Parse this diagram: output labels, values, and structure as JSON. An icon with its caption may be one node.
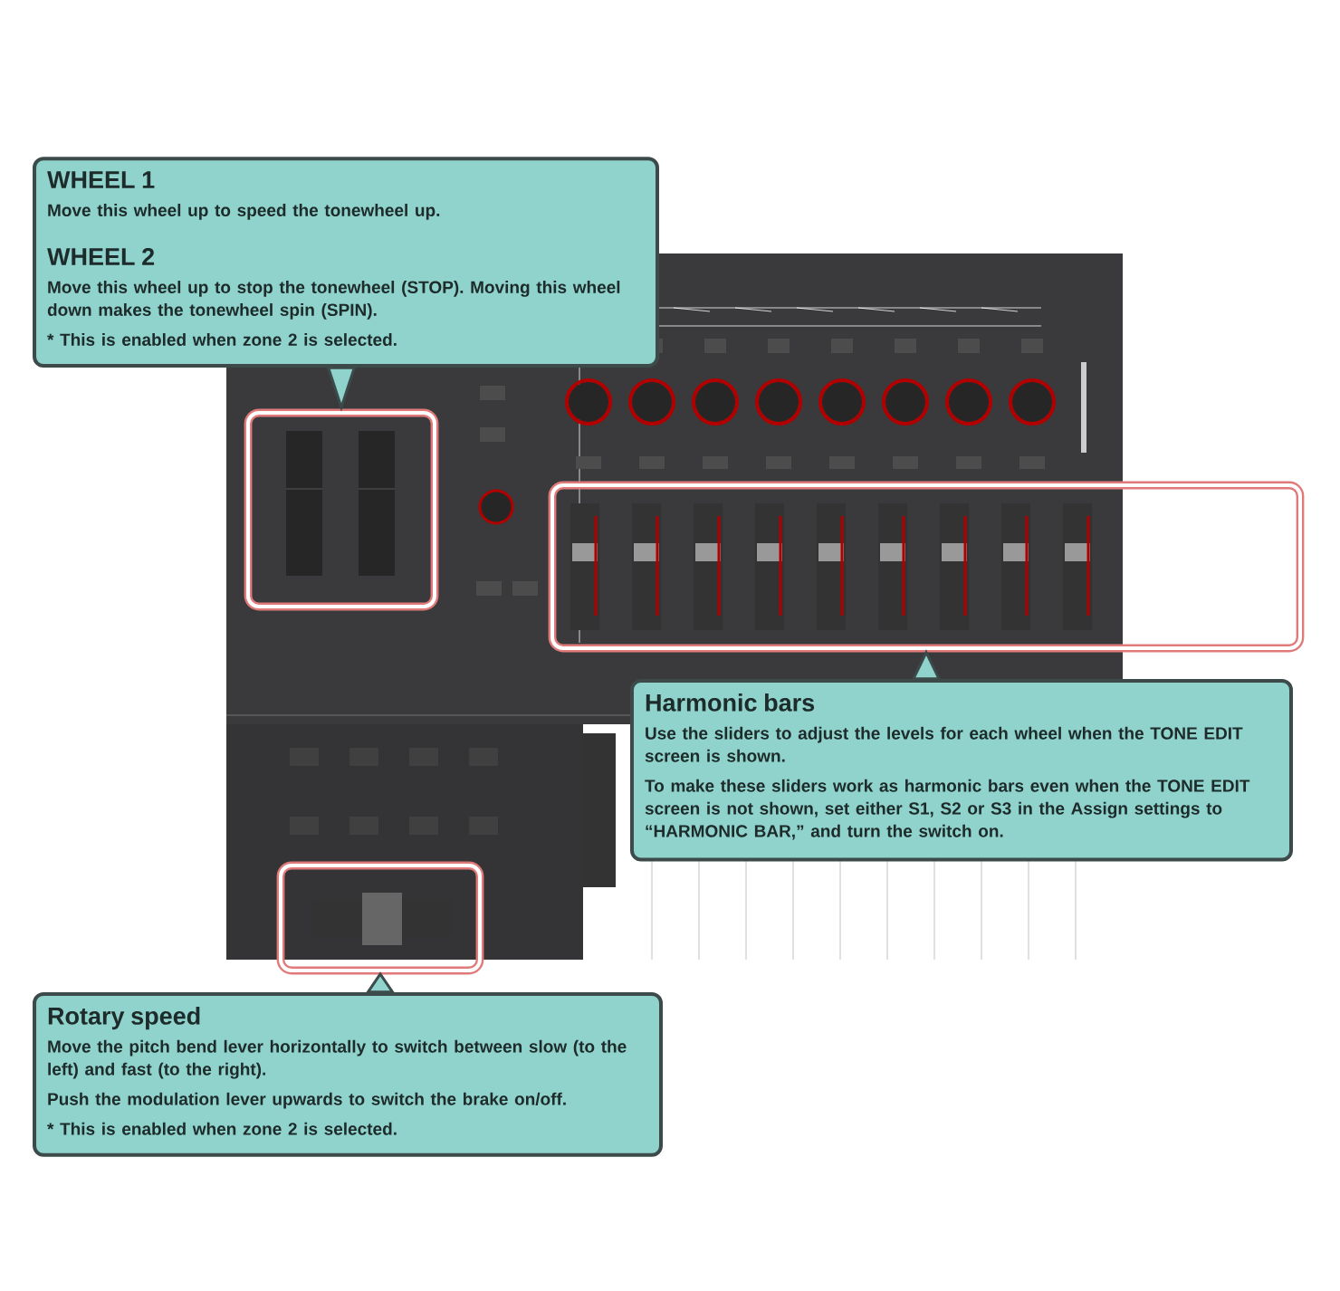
{
  "diagram": {
    "nodes": [
      {
        "text": [
          "WHEEL 1",
          "Move this wheel up to speed the tonewheel up.",
          "WHEEL 2",
          "Move this wheel up to stop the tonewheel (STOP). Moving this wheel down makes the tonewheel spin (SPIN).",
          "* This is enabled when zone 2 is selected."
        ]
      },
      {
        "text": [
          "Harmonic bars",
          "Use the sliders to adjust the levels for each wheel when the TONE EDIT screen is shown.",
          "To make these sliders work as harmonic bars even when the TONE EDIT screen is not shown, set either S1, S2 or S3 in the Assign settings to “HARMONIC BAR,” and turn the switch on."
        ]
      },
      {
        "text": [
          "Rotary speed",
          "Move the pitch bend lever horizontally to switch between slow (to the left) and fast (to the right).",
          "Push the modulation lever upwards to switch the brake on/off.",
          "* This is enabled when zone 2 is selected."
        ]
      },
      {
        "text": [],
        "shape": "box"
      },
      {
        "text": [],
        "shape": "box"
      },
      {
        "text": [],
        "shape": "box"
      }
    ],
    "edges": [
      {
        "from": 0,
        "to": 3,
        "arrow": "to"
      },
      {
        "from": 1,
        "to": 4,
        "arrow": "to"
      },
      {
        "from": 2,
        "to": 5,
        "arrow": "to"
      }
    ]
  }
}
